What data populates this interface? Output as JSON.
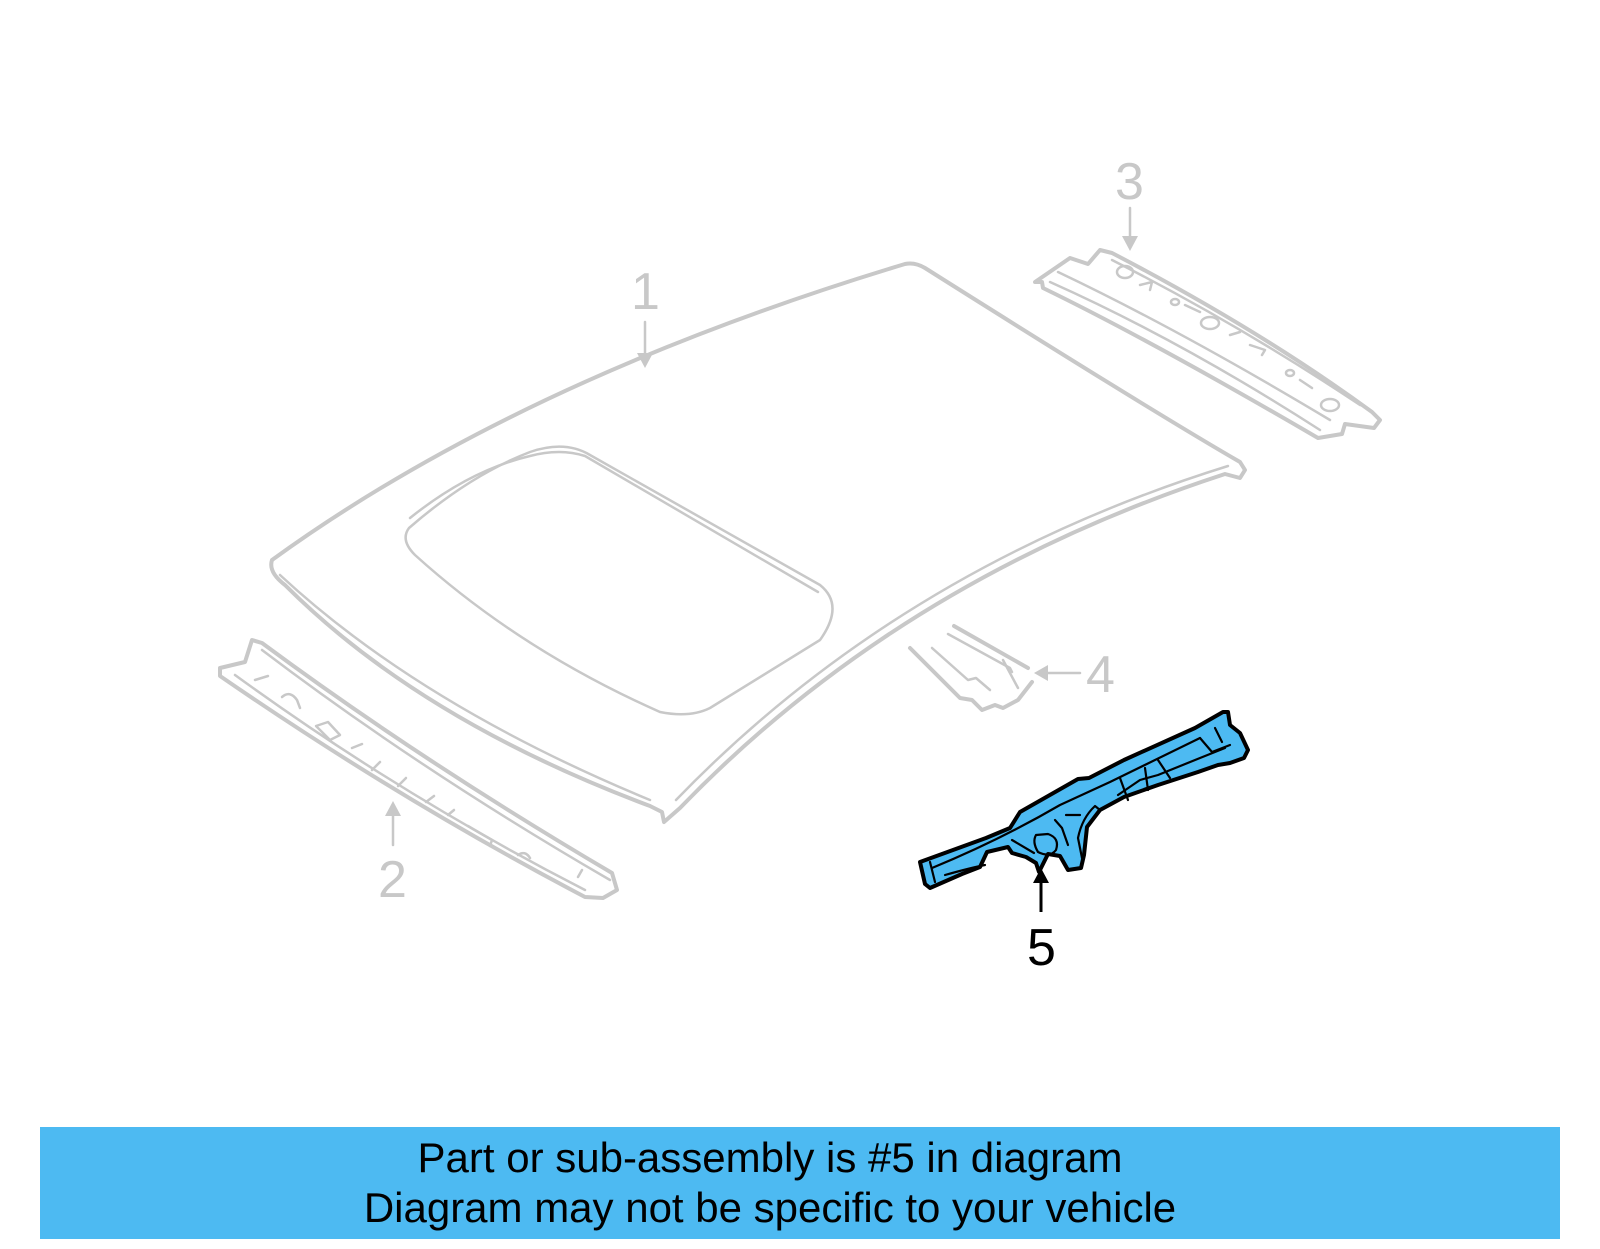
{
  "diagram": {
    "callouts": [
      {
        "number": "1",
        "part": "roof-panel",
        "highlighted": false
      },
      {
        "number": "2",
        "part": "front-header-rail",
        "highlighted": false
      },
      {
        "number": "3",
        "part": "rear-header-rail",
        "highlighted": false
      },
      {
        "number": "4",
        "part": "roof-bow",
        "highlighted": false
      },
      {
        "number": "5",
        "part": "side-rail-reinforcement",
        "highlighted": true
      }
    ],
    "colors": {
      "ghost_line": "#c8c8c8",
      "highlight_fill": "#4dbaf2",
      "highlight_outline": "#000000"
    }
  },
  "banner": {
    "line1": "Part or sub-assembly is #5 in diagram",
    "line2": "Diagram may not be specific to your vehicle",
    "background": "#4dbaf2"
  }
}
